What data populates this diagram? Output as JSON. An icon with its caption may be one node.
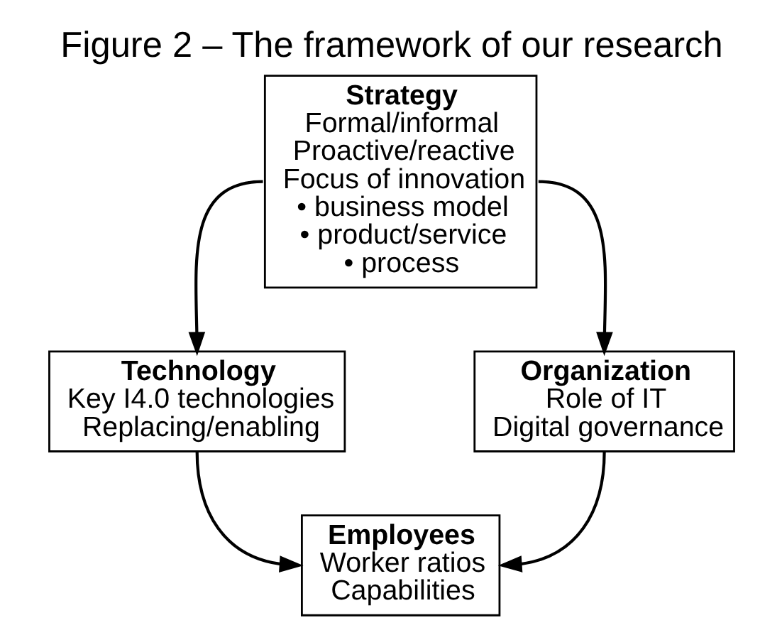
{
  "diagram": {
    "title": "Figure 2 – The framework of our research",
    "nodes": [
      {
        "text": [
          "Strategy",
          "Formal/informal",
          "Proactive/reactive",
          "Focus of innovation",
          "• business model",
          "• product/service",
          "• process"
        ]
      },
      {
        "text": [
          "Technology",
          "Key I4.0 technologies",
          "Replacing/enabling"
        ]
      },
      {
        "text": [
          "Organization",
          "Role of IT",
          "Digital governance"
        ]
      },
      {
        "text": [
          "Employees",
          "Worker ratios",
          "Capabilities"
        ]
      }
    ],
    "edges": [
      {
        "from": 0,
        "to": 1,
        "arrow": "to"
      },
      {
        "from": 0,
        "to": 2,
        "arrow": "to"
      },
      {
        "from": 1,
        "to": 3,
        "arrow": "to"
      },
      {
        "from": 2,
        "to": 3,
        "arrow": "to"
      }
    ]
  }
}
